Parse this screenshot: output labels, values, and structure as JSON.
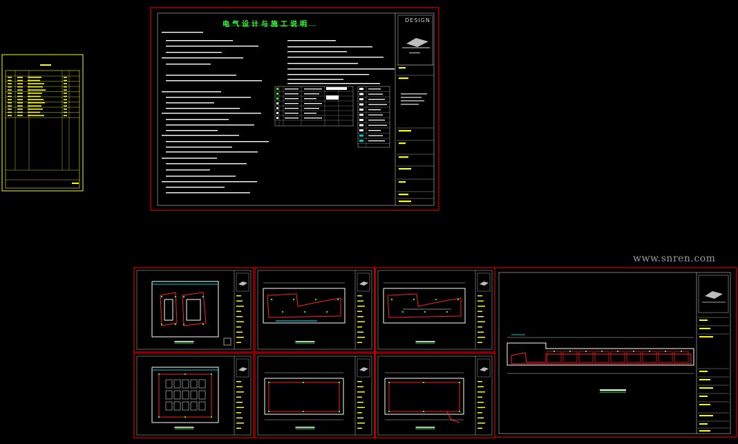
{
  "watermark": "www.snren.com",
  "main_sheet": {
    "title": "电气设计与施工说明",
    "design_label": "DESIGN"
  },
  "colors": {
    "background": "#000000",
    "frame": "#ff0000",
    "index_frame": "#ffff00",
    "wall": "#ffffff",
    "text_yellow": "#ffff00",
    "title_green": "#33ff33",
    "circuit_red": "#ff2020",
    "fixture_cyan": "#00cccc",
    "node_green": "#22ff22"
  },
  "icons": [
    "design-logo-icon"
  ]
}
